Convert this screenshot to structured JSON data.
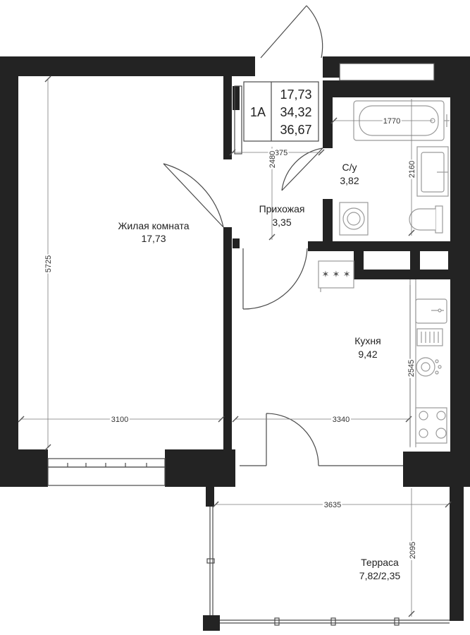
{
  "apartment": {
    "type_label": "1А",
    "living_area": "17,73",
    "total_area": "34,32",
    "total_area_with_terrace": "36,67"
  },
  "rooms": {
    "living": {
      "name": "Жилая комната",
      "area": "17,73"
    },
    "hallway": {
      "name": "Прихожая",
      "area": "3,35"
    },
    "bathroom": {
      "name": "С/у",
      "area": "3,82"
    },
    "kitchen": {
      "name": "Кухня",
      "area": "9,42"
    },
    "terrace": {
      "name": "Терраса",
      "area": "7,82/2,35"
    }
  },
  "dimensions": {
    "living_height": "5725",
    "living_width": "3100",
    "kitchen_width": "3340",
    "kitchen_height": "2545",
    "terrace_width": "3635",
    "terrace_height": "2095",
    "bath_width": "1770",
    "bath_height": "2160",
    "hall_height": "2480",
    "hall_width": "1375"
  },
  "colors": {
    "wall": "#232323",
    "fixture": "#9a9a9a",
    "dimension": "#7a7a7a"
  }
}
